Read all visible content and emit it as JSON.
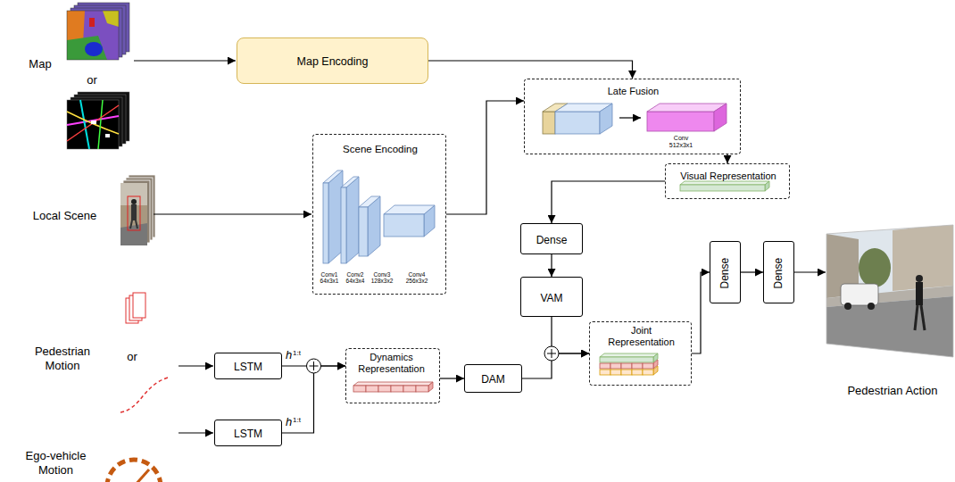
{
  "diagram": {
    "nodes": [
      {
        "text": [
          "Map Encoding"
        ]
      },
      {
        "text": [
          "Late Fusion",
          "Conv 512x3x1"
        ]
      },
      {
        "text": [
          "Scene Encoding",
          "Conv1 64x3x1",
          "Conv2 64x3x4",
          "Conv3 128x3x2",
          "Conv4 256x3x2"
        ]
      },
      {
        "text": [
          "Visual Representation"
        ]
      },
      {
        "text": [
          "Dense"
        ]
      },
      {
        "text": [
          "VAM"
        ]
      },
      {
        "text": [
          "LSTM"
        ]
      },
      {
        "text": [
          "Dynamics Representation"
        ]
      },
      {
        "text": [
          "DAM"
        ]
      },
      {
        "text": [
          "Joint Representation"
        ]
      },
      {
        "text": [
          "Dense"
        ]
      },
      {
        "text": [
          "Dense"
        ]
      },
      {
        "text": [
          "LSTM"
        ]
      }
    ],
    "edges": [
      {
        "from": 0,
        "to": 1,
        "arrow": "to"
      },
      {
        "from": 2,
        "to": 1,
        "arrow": "to"
      },
      {
        "from": 1,
        "to": 3,
        "arrow": "to"
      },
      {
        "from": 3,
        "to": 4,
        "arrow": "to"
      },
      {
        "from": 4,
        "to": 5,
        "arrow": "to"
      },
      {
        "from": 5,
        "to": 9,
        "arrow": "to"
      },
      {
        "from": 8,
        "to": 9,
        "arrow": "to"
      },
      {
        "from": 9,
        "to": 10,
        "arrow": "to"
      },
      {
        "from": 10,
        "to": 11,
        "arrow": "to"
      },
      {
        "from": 7,
        "to": 8,
        "arrow": "to"
      },
      {
        "from": 6,
        "to": 7,
        "arrow": "to"
      },
      {
        "from": 12,
        "to": 7,
        "arrow": "to"
      }
    ],
    "labels": [
      "Map",
      "or",
      "Local Scene",
      "Pedestrian Motion",
      "or",
      "Ego-vehicle Motion",
      "h",
      "1:t",
      "h",
      "1:t",
      "Pedestrian Action"
    ]
  }
}
